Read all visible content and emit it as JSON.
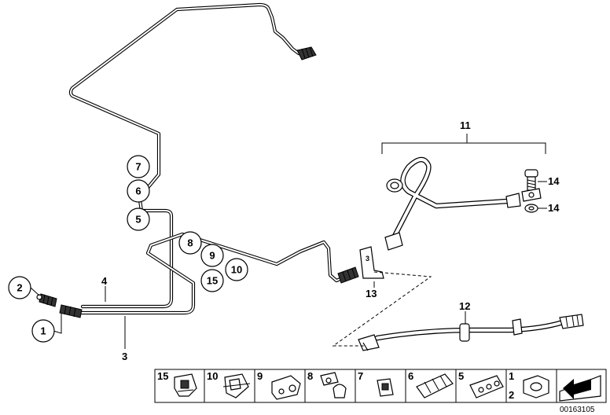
{
  "callouts": {
    "plain": [
      "11",
      "14",
      "14",
      "13",
      "12",
      "4",
      "3"
    ],
    "circled": [
      "7",
      "6",
      "5",
      "8",
      "9",
      "10",
      "15",
      "2",
      "1"
    ]
  },
  "legend": {
    "cells": [
      {
        "num": "15",
        "icon": "clip-icon"
      },
      {
        "num": "10",
        "icon": "double-clip-icon"
      },
      {
        "num": "9",
        "icon": "pipe-holder-icon"
      },
      {
        "num": "8",
        "icon": "expanding-rivet-icon"
      },
      {
        "num": "7",
        "icon": "rubber-grommet-icon"
      },
      {
        "num": "6",
        "icon": "pipe-clip-icon"
      },
      {
        "num": "5",
        "icon": "triple-pipe-holder-icon"
      },
      {
        "num": "1",
        "num2": "2",
        "icon": "union-nut-icon"
      },
      {
        "num": "",
        "icon": "arrow-plate-icon"
      }
    ]
  },
  "doc_number": "00163105"
}
